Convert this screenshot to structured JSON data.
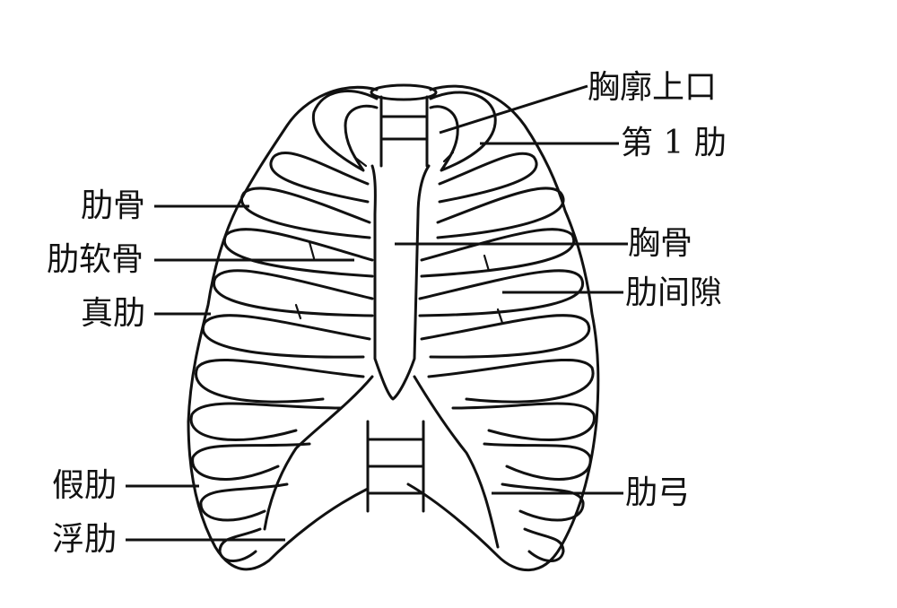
{
  "labels": {
    "thoracic_inlet": "胸廓上口",
    "first_rib": "第 1 肋",
    "rib": "肋骨",
    "costal_cartilage": "肋软骨",
    "true_ribs": "真肋",
    "sternum": "胸骨",
    "intercostal_space": "肋间隙",
    "false_ribs": "假肋",
    "floating_ribs": "浮肋",
    "costal_arch": "肋弓"
  }
}
